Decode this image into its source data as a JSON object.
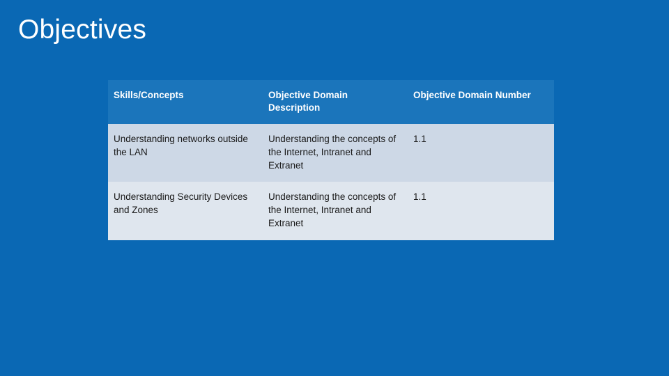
{
  "slide": {
    "title": "Objectives",
    "background_color": "#0a68b4",
    "title_color": "#ffffff"
  },
  "table": {
    "header_bg": "#1b75bb",
    "row_bg_odd": "#cdd8e6",
    "row_bg_even": "#dfe6ee",
    "columns": [
      "Skills/Concepts",
      "Objective Domain Description",
      "Objective Domain Number"
    ],
    "rows": [
      {
        "skill": "Understanding networks outside the LAN",
        "description": "Understanding the concepts of the Internet, Intranet and Extranet",
        "number": "1.1"
      },
      {
        "skill": "Understanding Security Devices and Zones",
        "description": "Understanding the concepts of the Internet, Intranet and Extranet",
        "number": "1.1"
      }
    ]
  }
}
